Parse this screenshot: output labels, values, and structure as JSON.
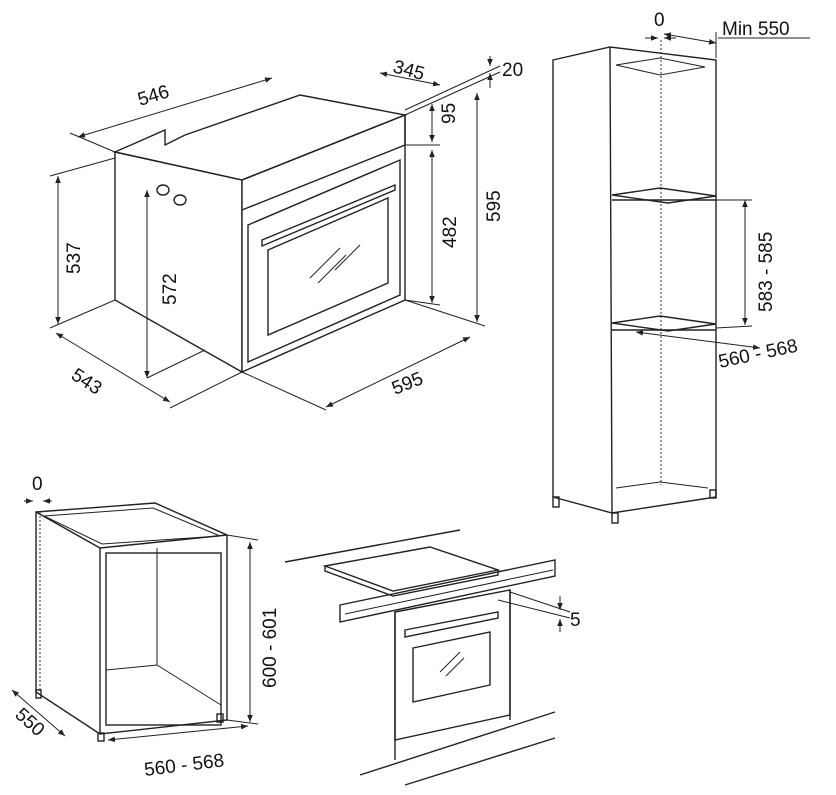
{
  "labels": {
    "d546": "546",
    "d345": "345",
    "d20": "20",
    "d95": "95",
    "d595h": "595",
    "d537": "537",
    "d572": "572",
    "d482": "482",
    "d543": "543",
    "d595w": "595",
    "d0a": "0",
    "dmin550": "Min 550",
    "d583_585": "583 - 585",
    "d560_568a": "560 - 568",
    "d0b": "0",
    "d600_601": "600 - 601",
    "d550": "550",
    "d560_568b": "560 - 568",
    "d5": "5"
  },
  "colors": {
    "line": "#222222",
    "background": "#ffffff"
  }
}
